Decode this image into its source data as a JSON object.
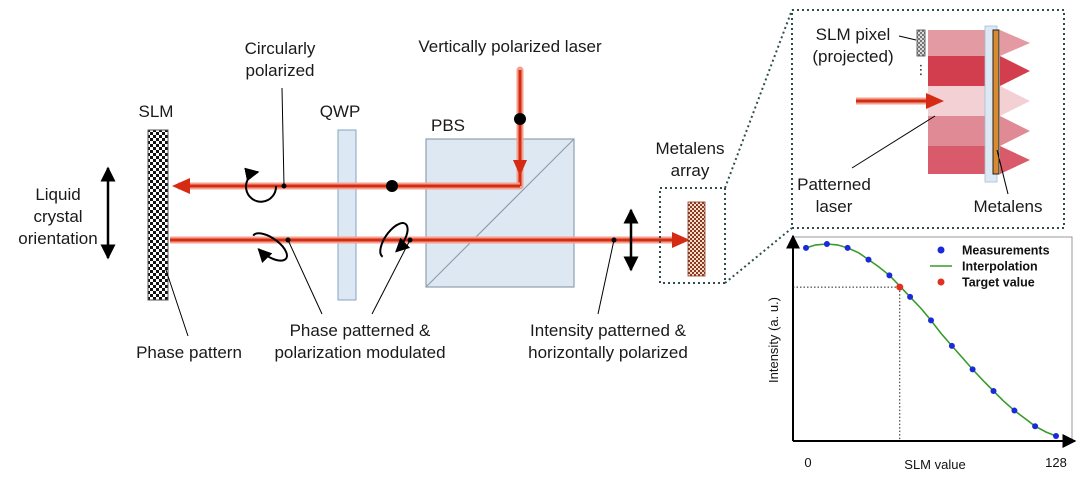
{
  "labels": {
    "laser": "Vertically polarized laser",
    "circ_1": "Circularly",
    "circ_2": "polarized",
    "slm": "SLM",
    "qwp": "QWP",
    "pbs": "PBS",
    "metalens_arr_1": "Metalens",
    "metalens_arr_2": "array",
    "liquid_1": "Liquid",
    "liquid_2": "crystal",
    "liquid_3": "orientation",
    "phase_pattern": "Phase pattern",
    "phase_mod_1": "Phase patterned &",
    "phase_mod_2": "polarization modulated",
    "intensity_1": "Intensity patterned &",
    "intensity_2": "horizontally polarized"
  },
  "inset": {
    "slm_pixel_1": "SLM pixel",
    "slm_pixel_2": "(projected)",
    "patterned_1": "Patterned",
    "patterned_2": "laser",
    "metalens": "Metalens"
  },
  "colors": {
    "beam": "#d42b12",
    "beam_glow": "#f3a08e",
    "qwp_fill": "#dce9f5",
    "pbs_fill": "#dde8f2",
    "inset_border": "#2f4f4f",
    "measure": "#1a2ad8",
    "interp": "#3a9a2c",
    "target": "#e03020",
    "metalens_stripe": "#d98a30"
  },
  "chart_data": {
    "type": "line",
    "title": "",
    "xlabel": "SLM value",
    "ylabel": "Intensity (a. u.)",
    "x_ticks": [
      "0",
      "128"
    ],
    "xlim": [
      0,
      128
    ],
    "ylim": [
      0,
      1
    ],
    "legend": {
      "placement": "top-right",
      "entries": [
        "Measurements",
        "Interpolation",
        "Target value"
      ]
    },
    "series": [
      {
        "name": "Measurements",
        "kind": "scatter",
        "x": [
          0,
          10.7,
          21.3,
          32,
          42.7,
          53.3,
          64,
          74.7,
          85.3,
          96,
          106.7,
          117.3,
          128
        ],
        "y": [
          0.97,
          0.99,
          0.97,
          0.91,
          0.83,
          0.72,
          0.6,
          0.47,
          0.35,
          0.24,
          0.14,
          0.06,
          0.01
        ]
      },
      {
        "name": "Interpolation",
        "kind": "line",
        "x": [
          0,
          5,
          10.7,
          16,
          21.3,
          27,
          32,
          37,
          42.7,
          48,
          53.3,
          59,
          64,
          69,
          74.7,
          80,
          85.3,
          91,
          96,
          101,
          106.7,
          112,
          117.3,
          123,
          128
        ],
        "y": [
          0.97,
          0.985,
          0.99,
          0.985,
          0.97,
          0.945,
          0.91,
          0.875,
          0.83,
          0.775,
          0.72,
          0.66,
          0.6,
          0.535,
          0.47,
          0.41,
          0.35,
          0.29,
          0.24,
          0.19,
          0.14,
          0.1,
          0.06,
          0.03,
          0.01
        ]
      },
      {
        "name": "Target value",
        "kind": "scatter",
        "x": [
          48
        ],
        "y": [
          0.77
        ]
      }
    ],
    "guides": {
      "x": 48,
      "y": 0.77
    }
  }
}
